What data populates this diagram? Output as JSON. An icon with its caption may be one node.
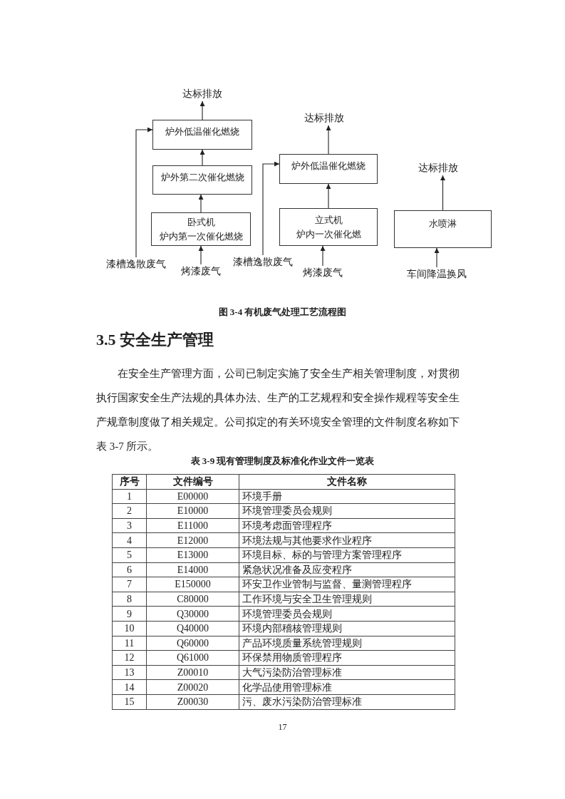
{
  "diagram": {
    "caption": "图 3-4 有机废气处理工艺流程图",
    "nodes": [
      {
        "text": [
          "达标排放"
        ]
      },
      {
        "text": [
          "炉外低温催化燃烧"
        ]
      },
      {
        "text": [
          "炉外第二次催化燃烧"
        ]
      },
      {
        "text": [
          "卧式机",
          "炉内第一次催化燃烧"
        ]
      },
      {
        "text": [
          "漆槽逸散废气"
        ]
      },
      {
        "text": [
          "烤漆废气"
        ]
      },
      {
        "text": [
          "达标排放"
        ]
      },
      {
        "text": [
          "炉外低温催化燃烧"
        ]
      },
      {
        "text": [
          "立式机",
          "炉内一次催化燃"
        ]
      },
      {
        "text": [
          "漆槽逸散废气"
        ]
      },
      {
        "text": [
          "烤漆废气"
        ]
      },
      {
        "text": [
          "达标排放"
        ]
      },
      {
        "text": [
          "水喷淋"
        ]
      },
      {
        "text": [
          "车间降温换风"
        ]
      }
    ],
    "edges": [
      {
        "from": 1,
        "to": 0,
        "arrow": "to"
      },
      {
        "from": 2,
        "to": 1,
        "arrow": "to"
      },
      {
        "from": 3,
        "to": 2,
        "arrow": "to"
      },
      {
        "from": 5,
        "to": 3,
        "arrow": "to"
      },
      {
        "from": 4,
        "to": 1,
        "arrow": "to"
      },
      {
        "from": 7,
        "to": 6,
        "arrow": "to"
      },
      {
        "from": 8,
        "to": 7,
        "arrow": "to"
      },
      {
        "from": 10,
        "to": 8,
        "arrow": "to"
      },
      {
        "from": 9,
        "to": 7,
        "arrow": "to"
      },
      {
        "from": 12,
        "to": 11,
        "arrow": "to"
      },
      {
        "from": 13,
        "to": 12,
        "arrow": "to"
      }
    ],
    "labels": [
      "3.5 安全生产管理",
      "在安全生产管理方面，公司已制定实施了安全生产相关管理制度，对贯彻执行国家安全生产法规的具体办法、生产的工艺规程和安全操作规程等安全生产规章制度做了相关规定。公司拟定的有关环境安全管理的文件制度名称如下表 3-7 所示。",
      "表 3-9 现有管理制度及标准化作业文件一览表",
      "序号",
      "文件编号",
      "文件名称",
      "1",
      "E00000",
      "环境手册",
      "2",
      "E10000",
      "环境管理委员会规则",
      "3",
      "E11000",
      "环境考虑面管理程序",
      "4",
      "E12000",
      "环境法规与其他要求作业程序",
      "5",
      "E13000",
      "环境目标、标的与管理方案管理程序",
      "6",
      "E14000",
      "紧急状况准备及应变程序",
      "7",
      "E150000",
      "环安卫作业管制与监督、量测管理程序",
      "8",
      "C80000",
      "工作环境与安全卫生管理规则",
      "9",
      "Q30000",
      "环境管理委员会规则",
      "10",
      "Q40000",
      "环境内部稽核管理规则",
      "11",
      "Q60000",
      "产品环境质量系统管理规则",
      "12",
      "Q61000",
      "环保禁用物质管理程序",
      "13",
      "Z00010",
      "大气污染防治管理标准",
      "14",
      "Z00020",
      "化学品使用管理标准",
      "15",
      "Z00030",
      "污、废水污染防治管理标准",
      "17"
    ]
  }
}
